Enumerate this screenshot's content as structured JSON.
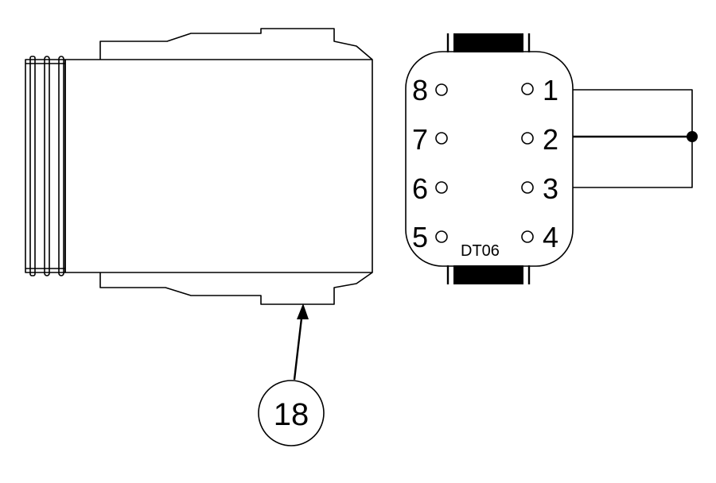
{
  "connector": {
    "model_label": "DT06",
    "pins": [
      {
        "number": "1"
      },
      {
        "number": "2"
      },
      {
        "number": "3"
      },
      {
        "number": "4"
      },
      {
        "number": "5"
      },
      {
        "number": "6"
      },
      {
        "number": "7"
      },
      {
        "number": "8"
      }
    ]
  },
  "callout": {
    "number": "18"
  }
}
